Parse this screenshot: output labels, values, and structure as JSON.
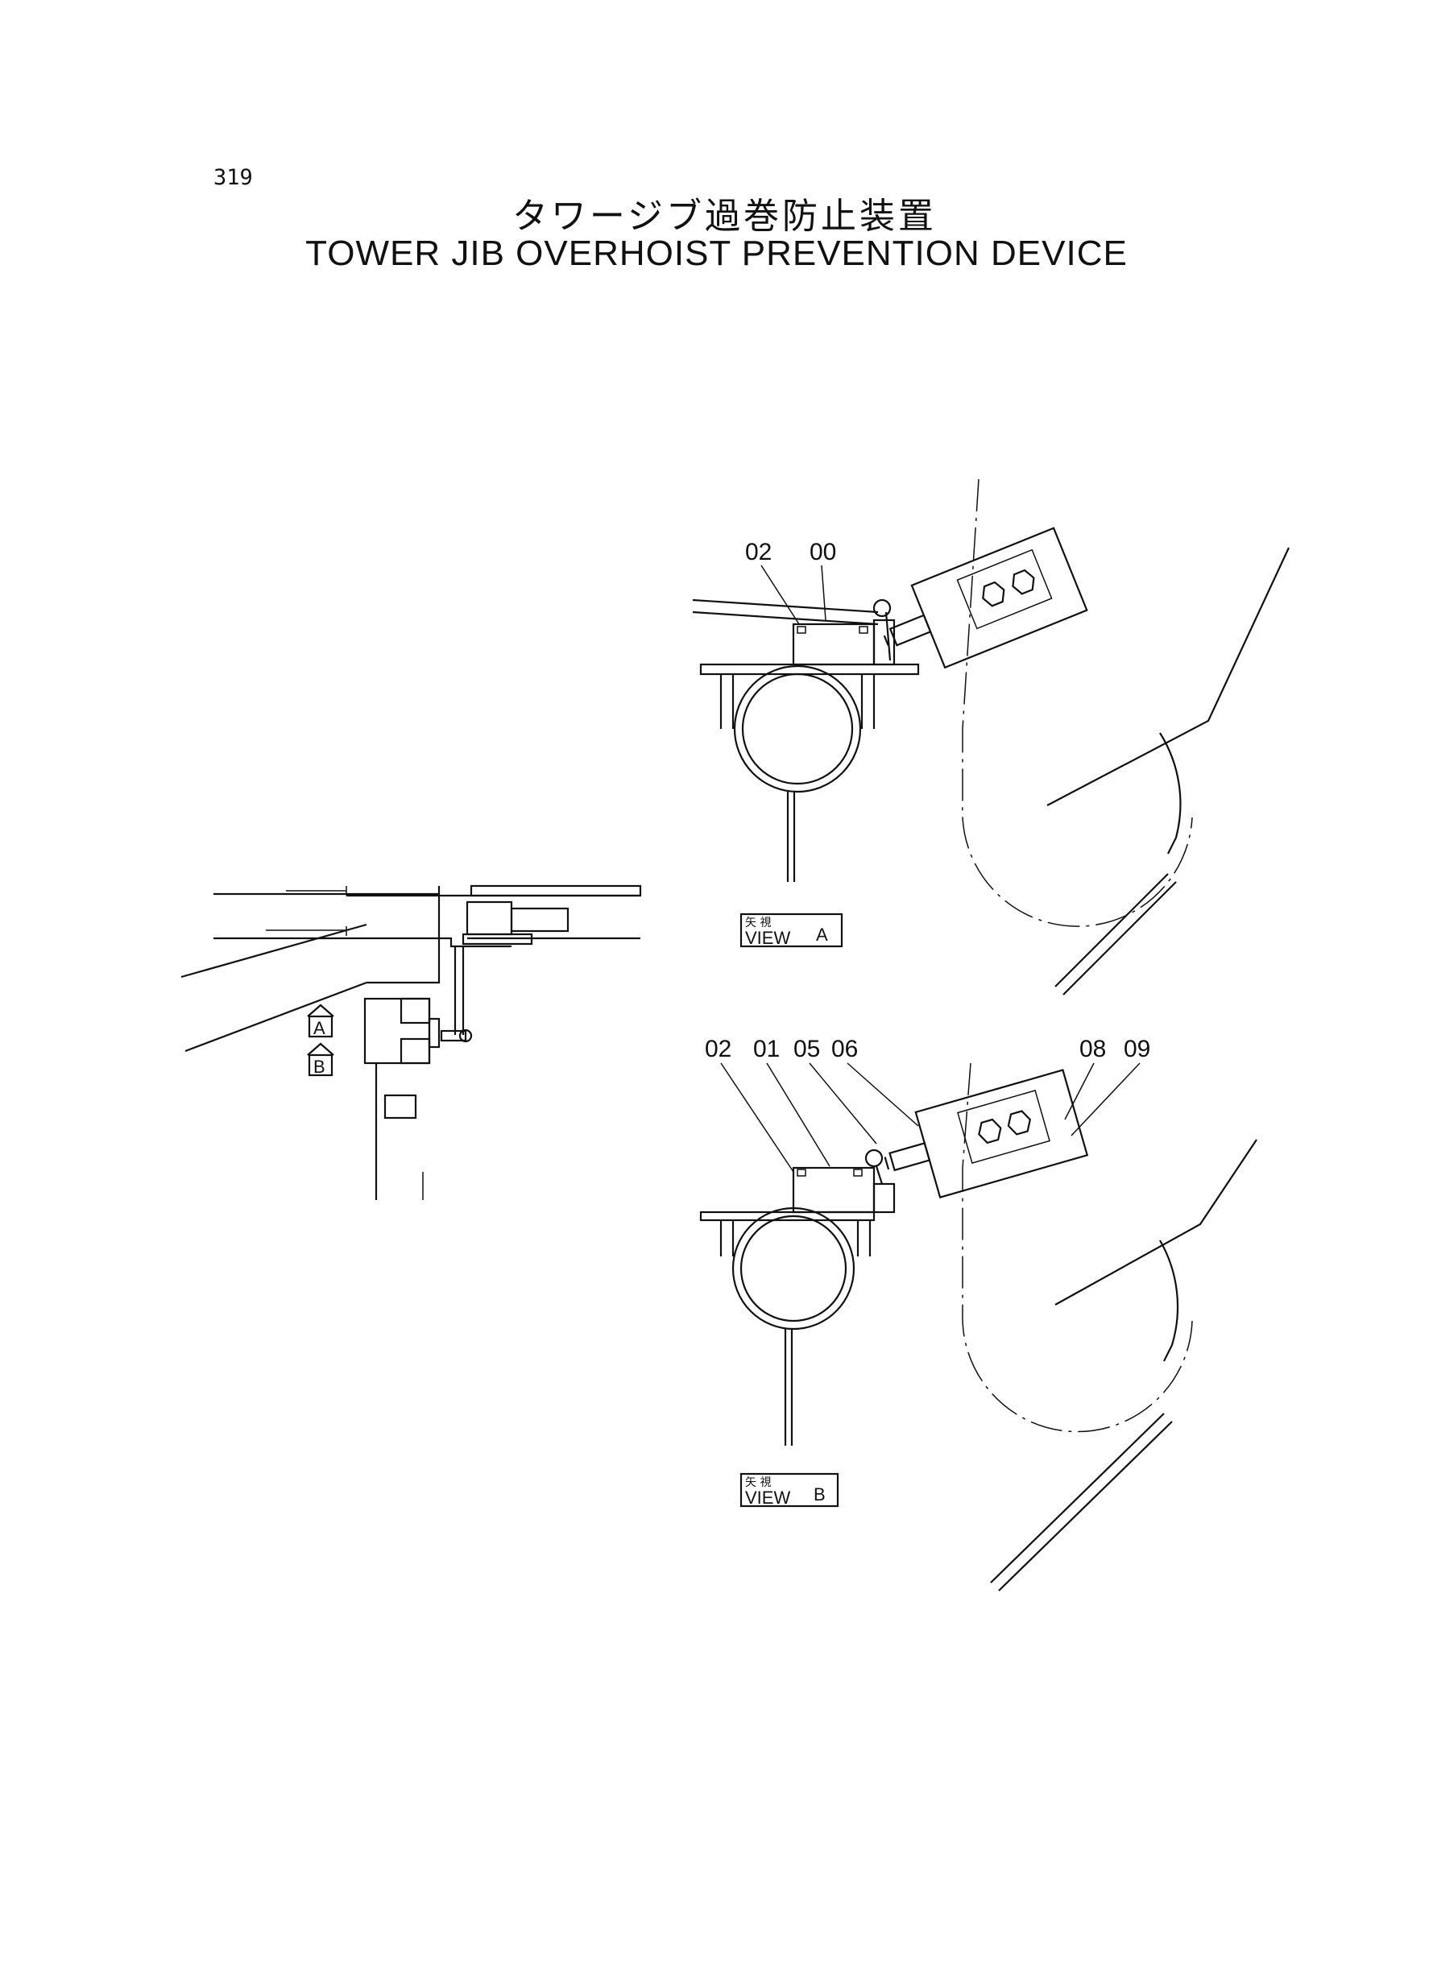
{
  "page_number": "319",
  "title_jp": "タワージブ過巻防止装置",
  "title_en": "TOWER JIB OVERHOIST PREVENTION DEVICE",
  "side_view": {
    "arrow_a": "A",
    "arrow_b": "B"
  },
  "view_a": {
    "kanji": "矢 視",
    "label": "VIEW",
    "letter": "A",
    "callouts": [
      "02",
      "00"
    ]
  },
  "view_b": {
    "kanji": "矢 視",
    "label": "VIEW",
    "letter": "B",
    "callouts": [
      "02",
      "01",
      "05",
      "06",
      "08",
      "09"
    ]
  }
}
